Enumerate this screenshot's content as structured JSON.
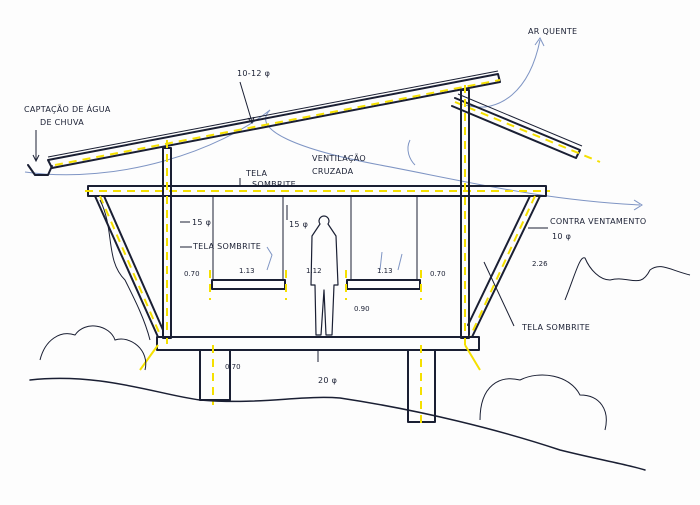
{
  "labels": {
    "roof_beam": "10-12 φ",
    "hot_air": "AR QUENTE",
    "rain_capture_1": "CAPTAÇÃO DE ÁGUA",
    "rain_capture_2": "DE CHUVA",
    "ventilation_1": "VENTILAÇÃO",
    "ventilation_2": "CRUZADA",
    "shade_top_1": "TELA",
    "shade_top_2": "SOMBRITE",
    "shade_left": "TELA SOMBRITE",
    "shade_right": "TELA SOMBRITE",
    "bracing_1": "CONTRA VENTAMENTO",
    "bracing_2": "10 φ",
    "post_left": "15 φ",
    "post_mid": "15 φ",
    "pillar": "20 φ"
  },
  "dimensions": {
    "side_left": "0.70",
    "shelf_left": "1.13",
    "aisle": "1.12",
    "shelf_right": "1.13",
    "side_right": "0.70",
    "shelf_height": "0.90",
    "floor_height": "0.70",
    "height_total": "2.26"
  },
  "colors": {
    "ink": "#1a1f33",
    "axis": "#f5e000",
    "airflow": "#7f95c4"
  }
}
